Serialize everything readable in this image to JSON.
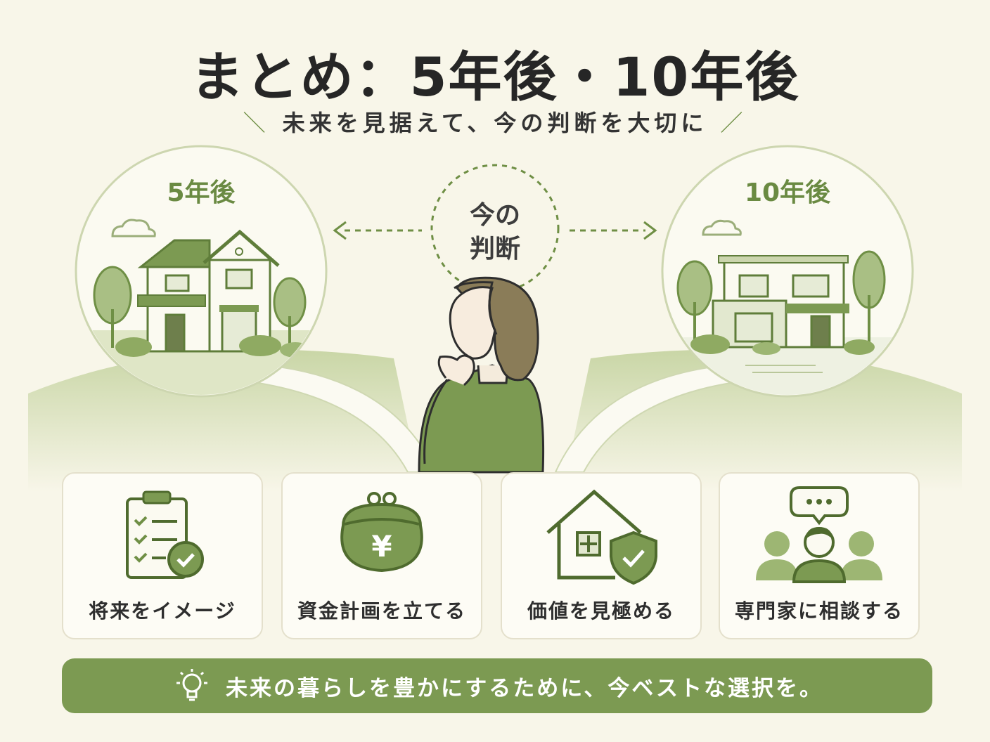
{
  "title": "まとめ：5年後・10年後",
  "subtitle": "未来を見据えて、今の判断を大切に",
  "left_circle": {
    "label": "5年後"
  },
  "right_circle": {
    "label": "10年後"
  },
  "center": {
    "line1": "今の",
    "line2": "判断"
  },
  "cards": [
    {
      "label": "将来をイメージ",
      "icon": "checklist-icon"
    },
    {
      "label": "資金計画を立てる",
      "icon": "yen-purse-icon"
    },
    {
      "label": "価値を見極める",
      "icon": "house-shield-icon"
    },
    {
      "label": "専門家に相談する",
      "icon": "consultation-people-icon"
    }
  ],
  "banner": {
    "text": "未来の暮らしを豊かにするために、今ベストな選択を。",
    "icon": "lightbulb-icon"
  },
  "colors": {
    "accent": "#7c9a52",
    "accent_dark": "#5f7d3a",
    "background": "#f8f6e9",
    "text": "#262626"
  }
}
